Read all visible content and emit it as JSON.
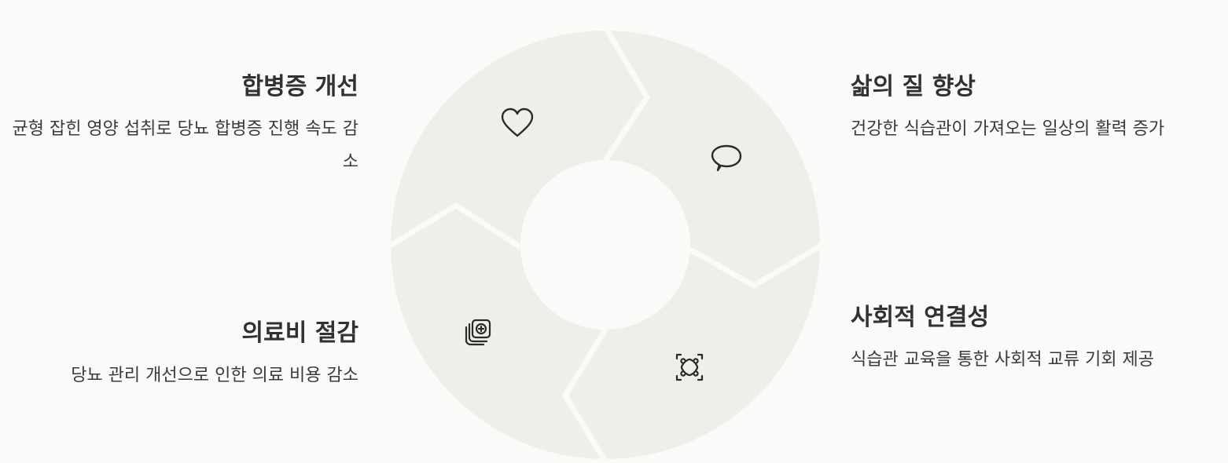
{
  "segments": [
    {
      "id": "complications",
      "title": "합병증 개선",
      "description": "균형 잡힌 영양 섭취로 당뇨 합병증 진행 속도 감소",
      "icon": "heart-icon"
    },
    {
      "id": "quality-of-life",
      "title": "삶의 질 향상",
      "description": "건강한 식습관이 가져오는 일상의 활력 증가",
      "icon": "speech-bubble-icon"
    },
    {
      "id": "social-connection",
      "title": "사회적 연결성",
      "description": "식습관 교육을 통한 사회적 교류 기회 제공",
      "icon": "network-icon"
    },
    {
      "id": "medical-savings",
      "title": "의료비 절감",
      "description": "당뇨 관리 개선으로 인한 의료 비용 감소",
      "icon": "medical-plus-icon"
    }
  ],
  "colors": {
    "background": "#fbfaf8",
    "segment_fill": "#f0eee9",
    "divider": "#fbfaf8",
    "icon_stroke": "#2d2b29",
    "text_title": "#333130",
    "text_desc": "#3c3a38"
  }
}
